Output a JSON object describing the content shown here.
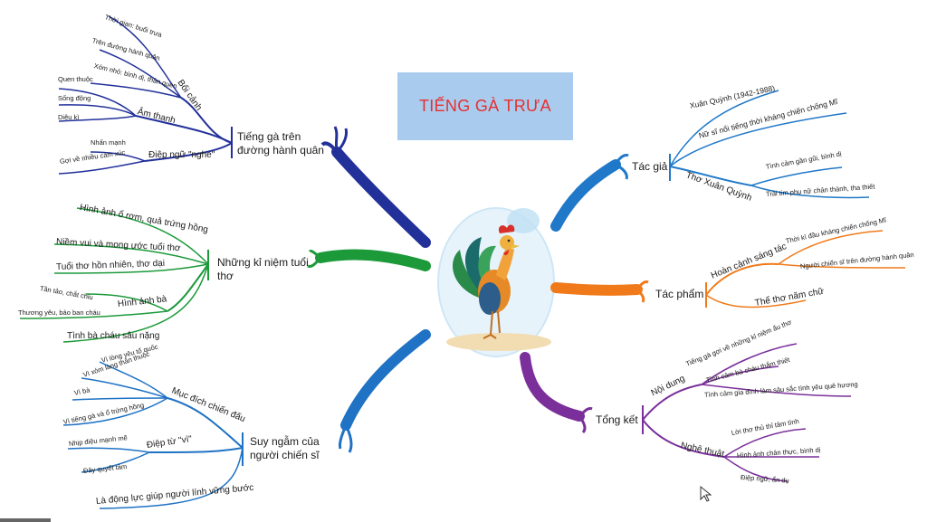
{
  "title": "TIẾNG GÀ TRƯA",
  "branches": {
    "b1": {
      "label": "Tiếng gà trên đường hành quân",
      "sub1": {
        "label": "Bối cảnh",
        "leaves": [
          "Thời gian: buổi trưa",
          "Trên đường hành quân",
          "Xóm nhỏ: bình dị, thân quen"
        ]
      },
      "sub2": {
        "label": "Âm thanh",
        "leaves": [
          "Quen thuộc",
          "Sống động",
          "Diệu kì"
        ]
      },
      "sub3": {
        "label": "Điệp ngữ \"nghe\"",
        "leaves": [
          "Nhấn mạnh",
          "Gợi về nhiều cảm xúc"
        ]
      }
    },
    "b2": {
      "label": "Những kỉ niệm tuổi thơ",
      "leaves": [
        "Hình ảnh ổ rơm, quả trứng hồng",
        "Niềm vui và mong ước tuổi thơ",
        "Tuổi thơ hồn nhiên, thơ dại",
        "Tình bà cháu sâu nặng"
      ],
      "sub1": {
        "label": "Hình ảnh bà",
        "leaves": [
          "Tần tảo, chắt chiu",
          "Thương yêu, bảo ban cháu"
        ]
      }
    },
    "b3": {
      "label": "Suy ngẫm của người chiến sĩ",
      "sub1": {
        "label": "Mục đích chiến đấu",
        "leaves": [
          "Vì lòng yêu tổ quốc",
          "Vì xóm làng thân thuộc",
          "Vì bà",
          "Vì tiếng gà và ổ trứng hồng"
        ]
      },
      "sub2": {
        "label": "Điệp từ \"vì\"",
        "leaves": [
          "Nhịp điệu mạnh mẽ",
          "Đây quyết tâm"
        ]
      },
      "leaves": [
        "Là động lực giúp người lính vững bước"
      ]
    },
    "b4": {
      "label": "Tác giả",
      "leaves": [
        "Xuân Quỳnh (1942-1988)",
        "Nữ sĩ nổi tiếng thời kháng chiến chống Mĩ"
      ],
      "sub1": {
        "label": "Thơ Xuân Quỳnh",
        "leaves": [
          "Tình cảm gần gũi, bình dị",
          "Trái tim phụ nữ chân thành, tha thiết"
        ]
      }
    },
    "b5": {
      "label": "Tác phẩm",
      "sub1": {
        "label": "Hoàn cảnh sáng tác",
        "leaves": [
          "Thời kì đầu kháng chiến chống Mĩ",
          "Người chiến sĩ trên đường hành quân"
        ]
      },
      "leaves": [
        "Thể thơ năm chữ"
      ]
    },
    "b6": {
      "label": "Tổng kết",
      "sub1": {
        "label": "Nội dung",
        "leaves": [
          "Tiếng gà gợi về những kỉ niệm ấu thơ",
          "Tình cảm bà cháu thắm thiết",
          "Tình cảm gia đình làm sâu sắc tình yêu quê hương"
        ]
      },
      "sub2": {
        "label": "Nghệ thuật",
        "leaves": [
          "Lời thơ thủ thỉ tâm tình",
          "Hình ảnh chân thực, bình dị",
          "Điệp ngữ, ẩn dụ"
        ]
      }
    }
  },
  "colors": {
    "b1": "#22309a",
    "b2": "#1c9a3a",
    "b3": "#1f72c4",
    "b4": "#1f78c8",
    "b5": "#f07a1a",
    "b6": "#7a2f9a",
    "title_bg": "#a9ccee",
    "title_text": "#e53030"
  }
}
